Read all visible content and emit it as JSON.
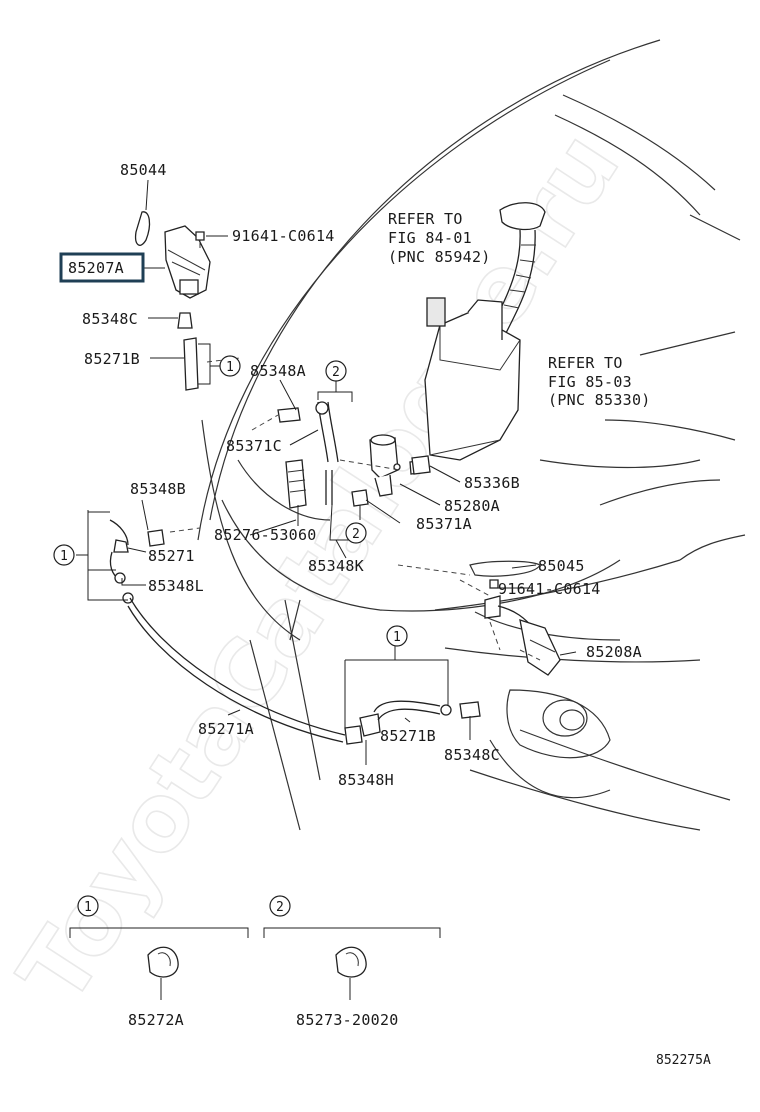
{
  "watermark": "ToyotaCatalogue.ru",
  "diagram_id": "852275A",
  "highlighted_part": "85207A",
  "labels": {
    "p85044": "85044",
    "p91641_top": "91641-C0614",
    "p85207A": "85207A",
    "p85348C_top": "85348C",
    "p85271B_top": "85271B",
    "p85348A": "85348A",
    "p85371C": "85371C",
    "p85348B": "85348B",
    "p85271": "85271",
    "p85348L": "85348L",
    "p85276": "85276-53060",
    "p85348K": "85348K",
    "p85371A": "85371A",
    "p85280A": "85280A",
    "p85336B": "85336B",
    "p85045": "85045",
    "p91641_mid": "91641-C0614",
    "p85208A": "85208A",
    "p85271A": "85271A",
    "p85271B_bot": "85271B",
    "p85348C_bot": "85348C",
    "p85348H": "85348H",
    "p85272A": "85272A",
    "p85273": "85273-20020"
  },
  "refers": {
    "fig84": [
      "REFER TO",
      "FIG 84-01",
      "(PNC 85942)"
    ],
    "fig85": [
      "REFER TO",
      "FIG 85-03",
      "(PNC 85330)"
    ]
  },
  "callouts": {
    "c1": "1",
    "c2": "2"
  }
}
